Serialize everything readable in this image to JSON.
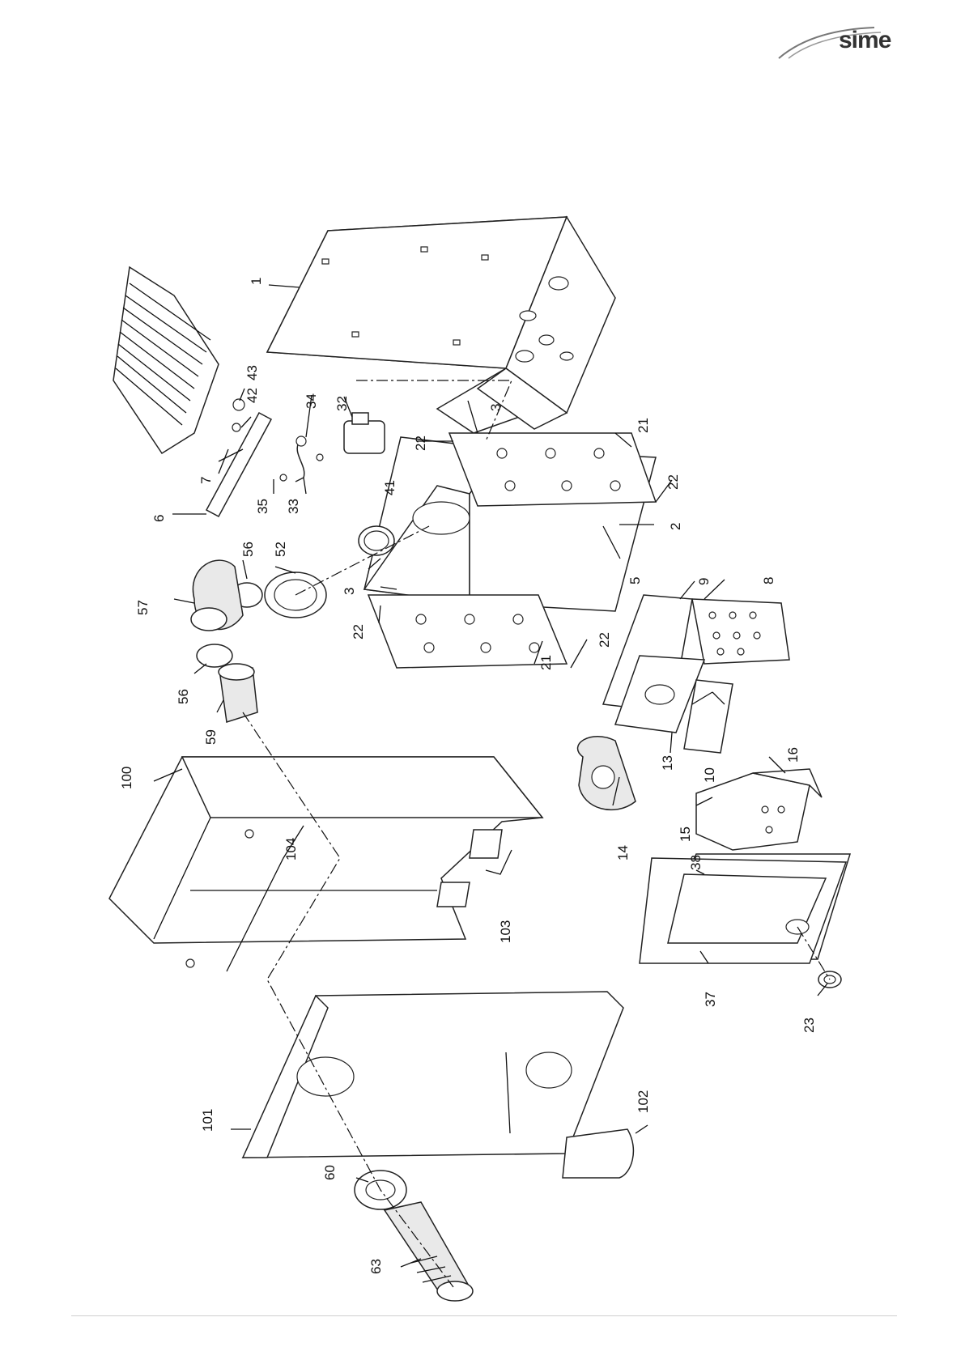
{
  "brand": {
    "logo_text": "sime",
    "accent": "#444444"
  },
  "callouts": {
    "1": "1",
    "2": "2",
    "3a": "3",
    "3b": "3",
    "5": "5",
    "6": "6",
    "7": "7",
    "8": "8",
    "9": "9",
    "10": "10",
    "13": "13",
    "14": "14",
    "15": "15",
    "16": "16",
    "21a": "21",
    "21b": "21",
    "22a": "22",
    "22b": "22",
    "22c": "22",
    "22d": "22",
    "23": "23",
    "32": "32",
    "33": "33",
    "34": "34",
    "35": "35",
    "37": "37",
    "38": "38",
    "41": "41",
    "42": "42",
    "43": "43",
    "52": "52",
    "56a": "56",
    "56b": "56",
    "57": "57",
    "59": "59",
    "60": "60",
    "63": "63",
    "100": "100",
    "101": "101",
    "102": "102",
    "103": "103",
    "104": "104"
  }
}
